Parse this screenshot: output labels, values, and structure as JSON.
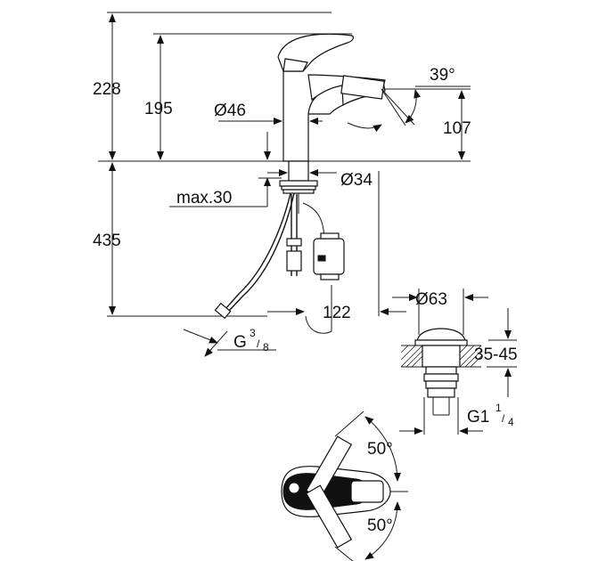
{
  "dimensions": {
    "total_height": "228",
    "spout_height": "195",
    "spout_reach": "107",
    "lever_angle": "39°",
    "body_diameter": "Ø46",
    "hole_diameter": "Ø34",
    "max_deck": "max.30",
    "below_deck": "435",
    "cartridge_offset": "122",
    "waste_diameter": "Ø63",
    "waste_range": "35-45",
    "waste_thread": "G1",
    "waste_thread_sup": "1",
    "waste_thread_sub": "4",
    "hose_thread": "G",
    "hose_thread_sup": "3",
    "hose_thread_sub": "8",
    "rotation_top": "50°",
    "rotation_bottom": "50°"
  }
}
